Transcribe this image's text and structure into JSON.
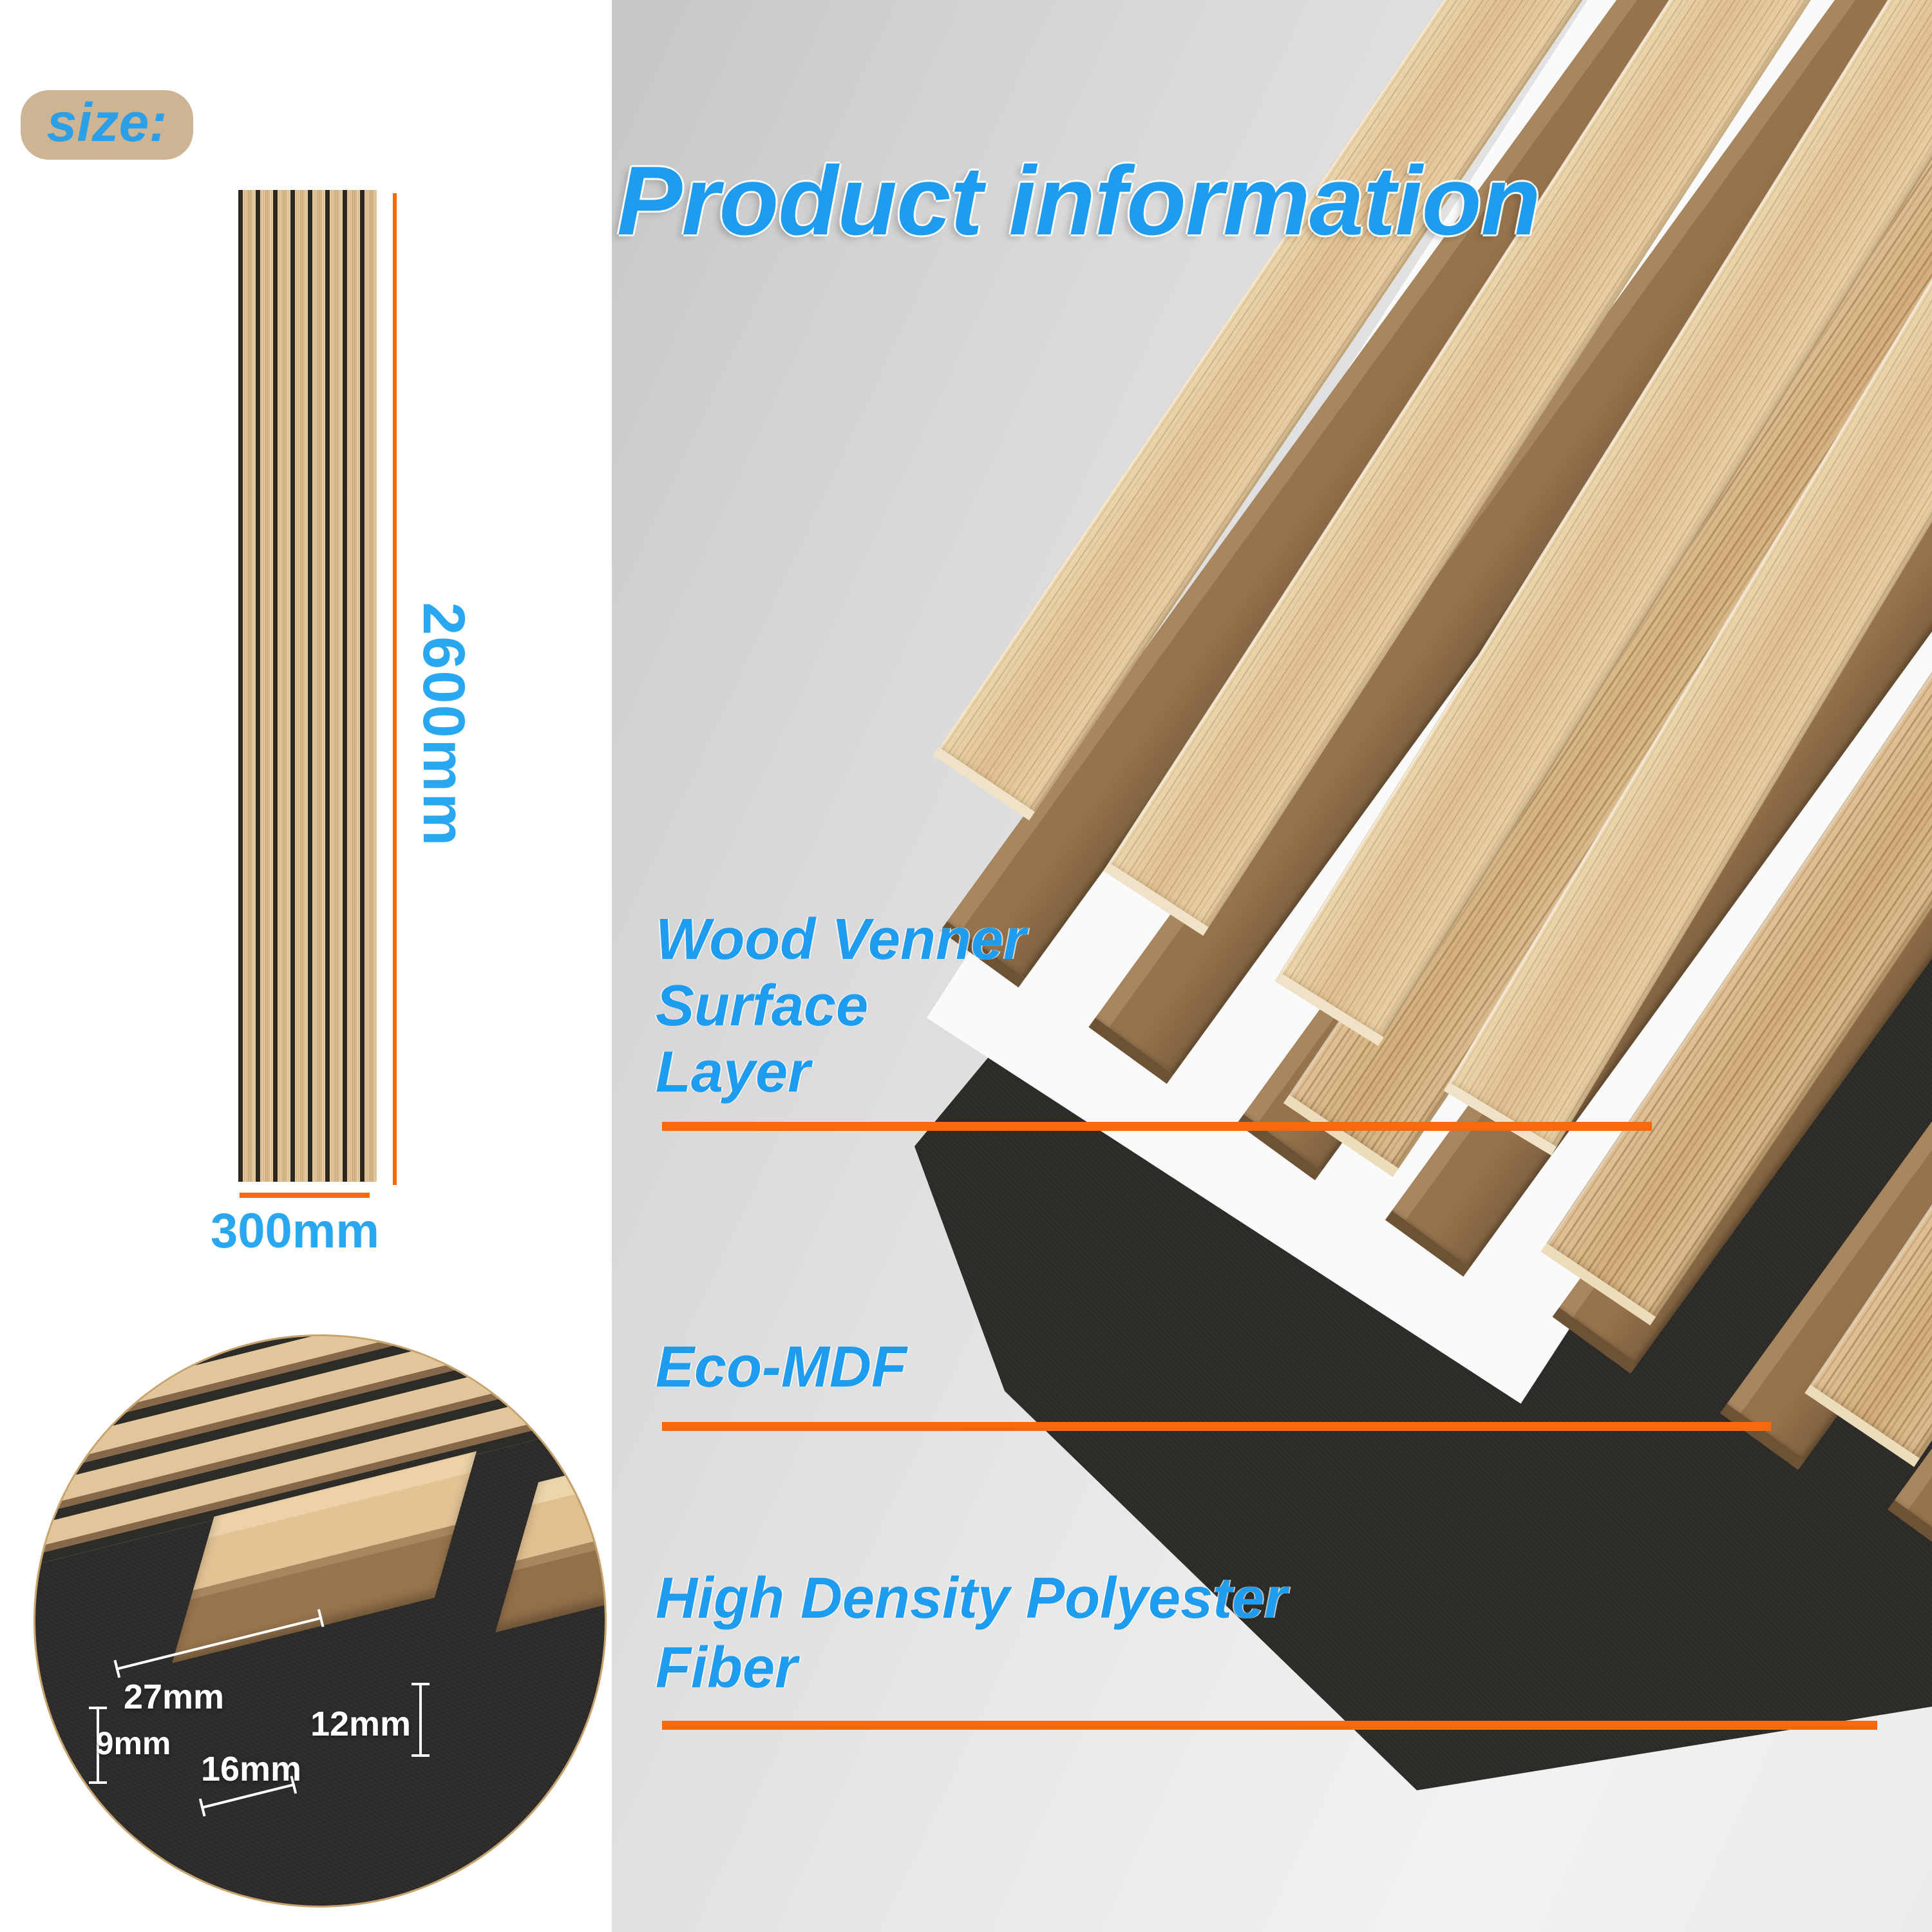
{
  "badge": {
    "label": "size:"
  },
  "size_figure": {
    "height_label": "2600mm",
    "width_label": "300mm"
  },
  "title": "Product information",
  "layers": [
    {
      "lines": [
        "Wood Venner",
        "Surface",
        "Layer"
      ]
    },
    {
      "lines": [
        "Eco-MDF"
      ]
    },
    {
      "lines": [
        "High Density Polyester",
        "Fiber"
      ]
    }
  ],
  "cross_section": {
    "dim_top_width": "27mm",
    "dim_left_height": "9mm",
    "dim_gap": "16mm",
    "dim_right_height": "12mm"
  },
  "colors": {
    "accent_blue": "#1E9CEF",
    "accent_orange": "#F8690B",
    "badge_tan": "#CDB492",
    "wood_veneer": "#E2C498",
    "mdf_brown": "#8A6946",
    "felt_black": "#2B2A27"
  }
}
